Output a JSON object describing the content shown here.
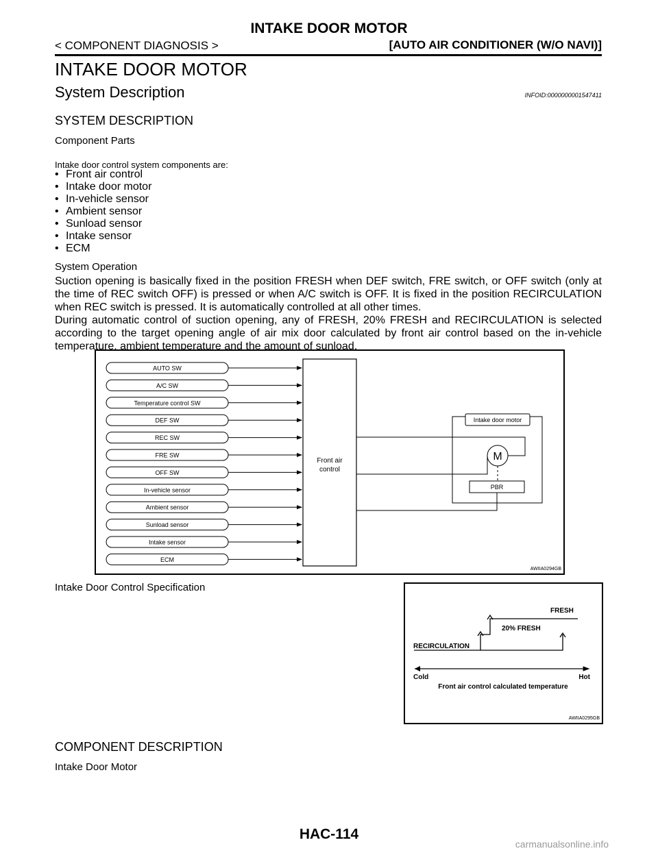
{
  "header": {
    "title": "INTAKE DOOR MOTOR",
    "left": "< COMPONENT DIAGNOSIS >",
    "right": "[AUTO AIR CONDITIONER (W/O NAVI)]"
  },
  "page": {
    "heading": "INTAKE DOOR MOTOR",
    "section": "System Description",
    "infoid": "INFOID:0000000001547411",
    "subsection": "SYSTEM DESCRIPTION",
    "component_parts_title": "Component Parts",
    "components_intro": "Intake door control system components are:",
    "components": [
      "Front air control",
      "Intake door motor",
      "In-vehicle sensor",
      "Ambient sensor",
      "Sunload sensor",
      "Intake sensor",
      "ECM"
    ],
    "system_operation_title": "System Operation",
    "paragraph1": "Suction opening is basically fixed in the position FRESH when DEF switch, FRE switch, or OFF switch (only at the time of REC switch OFF) is pressed or when A/C switch is OFF. It is fixed in the position RECIRCULATION when REC switch is pressed. It is automatically controlled at all other times.",
    "paragraph2": "During automatic control of suction opening, any of FRESH, 20% FRESH and RECIRCULATION is selected according to the target opening angle of air mix door calculated by front air control based on the in-vehicle temperature, ambient temperature and the amount of sunload.",
    "spec_title": "Intake Door Control Specification",
    "component_description": "COMPONENT DESCRIPTION",
    "intake_door_motor_title": "Intake Door Motor"
  },
  "diagram1": {
    "inputs": [
      "AUTO SW",
      "A/C SW",
      "Temperature control SW",
      "DEF SW",
      "REC SW",
      "FRE SW",
      "OFF SW",
      "In-vehicle sensor",
      "Ambient sensor",
      "Sunload sensor",
      "Intake sensor",
      "ECM"
    ],
    "controller_line1": "Front air",
    "controller_line2": "control",
    "motor_label": "Intake door motor",
    "motor_symbol": "M",
    "pbr_label": "PBR",
    "figure_id": "AWIIA0294GB"
  },
  "diagram2": {
    "fresh": "FRESH",
    "fresh20": "20% FRESH",
    "recirc": "RECIRCULATION",
    "cold": "Cold",
    "hot": "Hot",
    "axis_label": "Front air control calculated temperature",
    "figure_id": "AWIIA0295GB"
  },
  "footer": {
    "page_number": "HAC-114",
    "watermark": "carmanualsonline.info"
  }
}
